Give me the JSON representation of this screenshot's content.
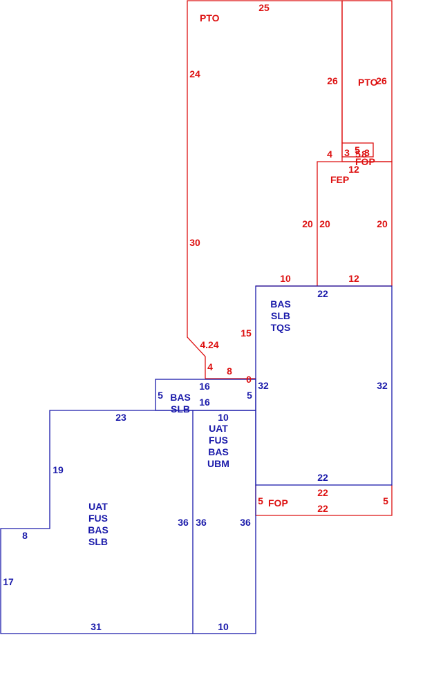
{
  "colors": {
    "red": "#dd1111",
    "blue": "#1a1aaa",
    "background": "#ffffff"
  },
  "areas": {
    "pto_main": "PTO",
    "pto_right": "PTO",
    "fop_small": "FOP",
    "fep": "FEP",
    "bas_slb_tqs": [
      "BAS",
      "SLB",
      "TQS"
    ],
    "bas_slb_small": [
      "BAS",
      "SLB"
    ],
    "uat_fus_bas_ubm": [
      "UAT",
      "FUS",
      "BAS",
      "UBM"
    ],
    "uat_fus_bas_slb": [
      "UAT",
      "FUS",
      "BAS",
      "SLB"
    ],
    "fop_bottom": "FOP"
  },
  "dims": {
    "pto_top": "25",
    "pto_left_upper": "24",
    "pto_left_lower": "30",
    "pto_inner_right": "26",
    "pto_right_right": "26",
    "fop_left": "3",
    "fop_top": "5",
    "fop_right": "3",
    "fop_5": "5",
    "fop_8": "8",
    "fep_4": "4",
    "fep_top": "12",
    "fep_left_outer": "20",
    "fep_left_inner": "20",
    "fep_right": "20",
    "fep_bottom": "12",
    "pto_bottom_10": "10",
    "pto_15": "15",
    "pto_diag": "4.24",
    "pto_4": "4",
    "pto_8": "8",
    "pto_0": "0",
    "tqs_top": "22",
    "tqs_left": "32",
    "tqs_right": "32",
    "tqs_bottom": "22",
    "bs_left": "5",
    "bs_right": "5",
    "bs_top": "16",
    "bs_bottom": "16",
    "ubm_top": "10",
    "ubm_left": "36",
    "ubm_right": "36",
    "ubm_bottom": "10",
    "uat_top": "23",
    "uat_left_upper": "19",
    "uat_step": "8",
    "uat_left_lower": "17",
    "uat_bottom": "31",
    "uat_right": "36",
    "fopb_left": "5",
    "fopb_top": "22",
    "fopb_bottom": "22",
    "fopb_right": "5"
  }
}
